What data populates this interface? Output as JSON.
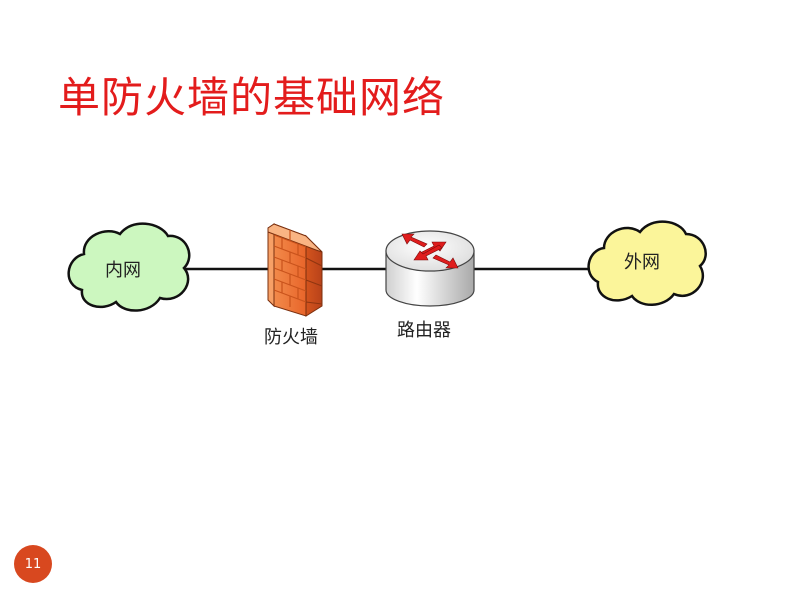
{
  "slide": {
    "title": "单防火墙的基础网络",
    "page_number": "11"
  },
  "diagram": {
    "nodes": {
      "internal_network": "内网",
      "firewall": "防火墙",
      "router": "路由器",
      "external_network": "外网"
    },
    "colors": {
      "title": "#e31c1c",
      "internal_cloud_fill": "#ccf7bf",
      "external_cloud_fill": "#fbf59a",
      "firewall_brick": "#f07a3c",
      "router_arrows": "#e01d1d",
      "page_badge": "#d8481f"
    },
    "icons": [
      "cloud-icon",
      "firewall-icon",
      "router-icon",
      "cloud-icon"
    ]
  }
}
